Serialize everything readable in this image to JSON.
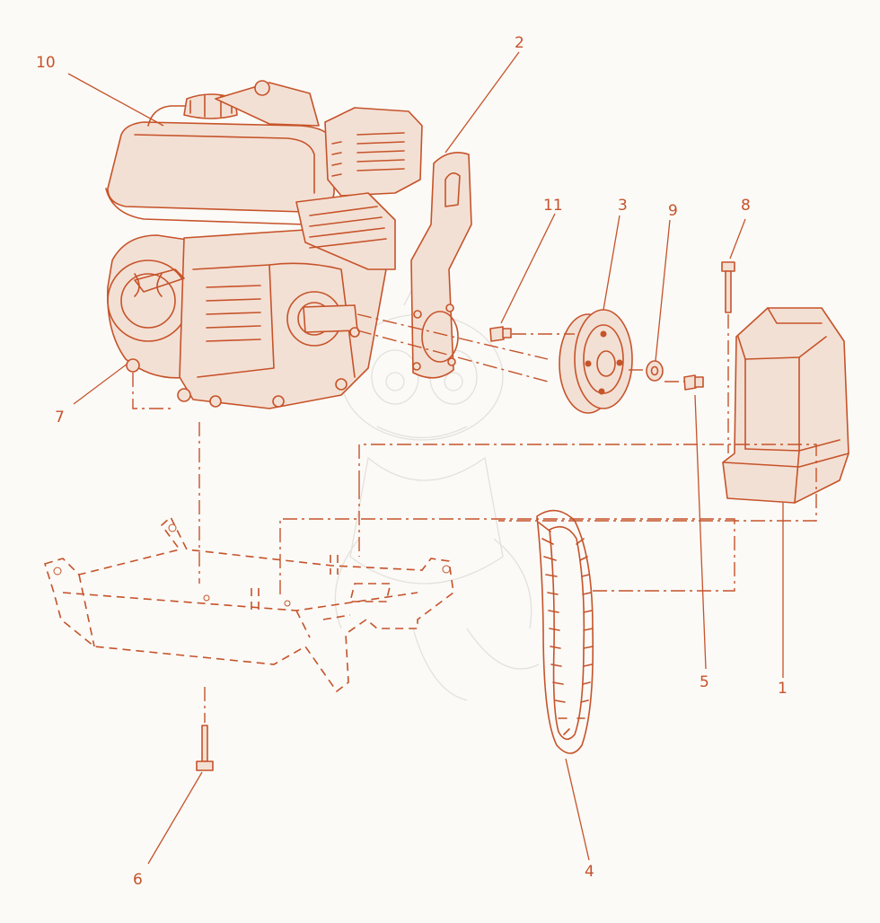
{
  "callouts": [
    {
      "id": "c10",
      "label": "10"
    },
    {
      "id": "c2",
      "label": "2"
    },
    {
      "id": "c11",
      "label": "11"
    },
    {
      "id": "c3",
      "label": "3"
    },
    {
      "id": "c9",
      "label": "9"
    },
    {
      "id": "c8",
      "label": "8"
    },
    {
      "id": "c7",
      "label": "7"
    },
    {
      "id": "c5",
      "label": "5"
    },
    {
      "id": "c1",
      "label": "1"
    },
    {
      "id": "c6",
      "label": "6"
    },
    {
      "id": "c4",
      "label": "4"
    }
  ],
  "colors": {
    "line": "#c6532a",
    "background": "#fbfaf7",
    "watermark": "#e4e1dc"
  }
}
